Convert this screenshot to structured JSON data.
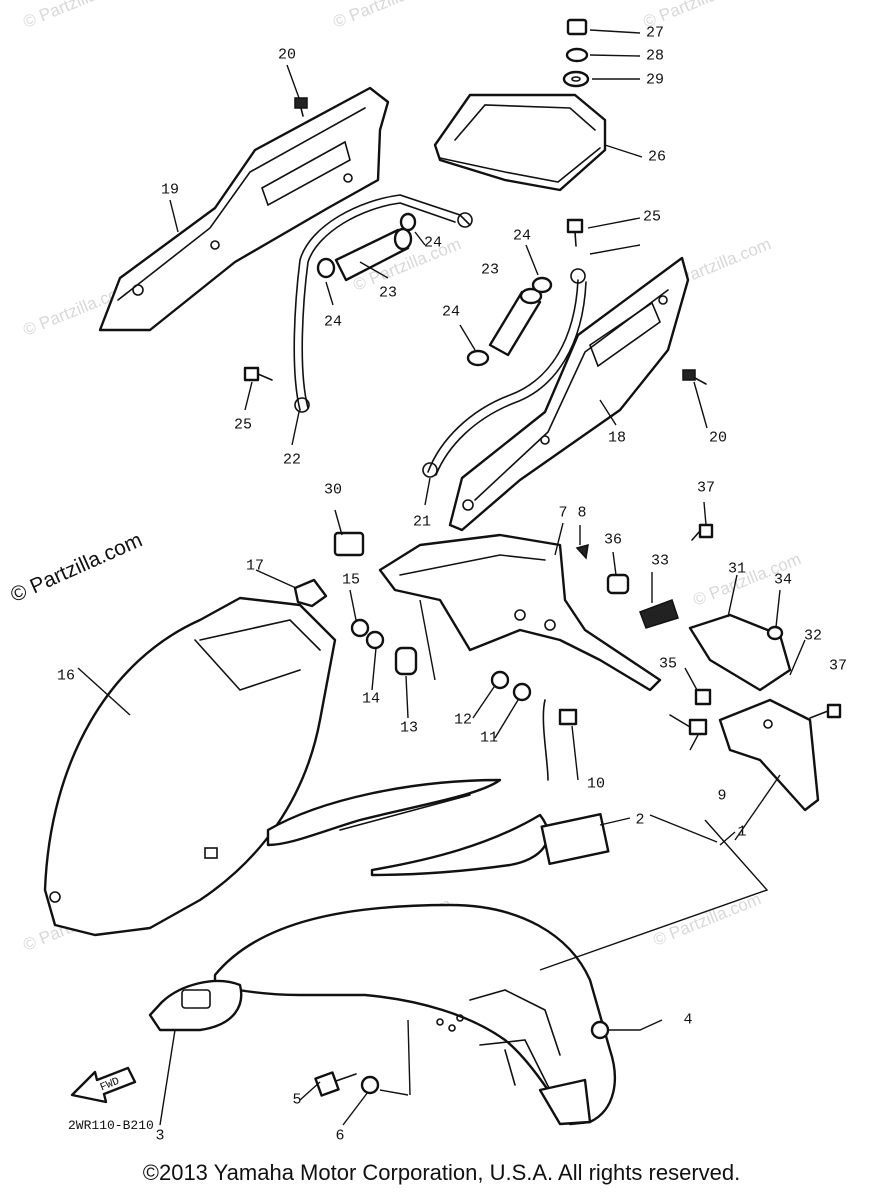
{
  "watermark": "© Partzilla.com",
  "brand_watermark": "© Partzilla.com",
  "diagram_code": "2WR110-B210",
  "copyright": "©2013  Yamaha Motor Corporation, U.S.A. All rights reserved.",
  "fwd_label": "FWD",
  "callouts": [
    "1",
    "2",
    "3",
    "4",
    "5",
    "6",
    "9",
    "10",
    "11",
    "12",
    "13",
    "14",
    "15",
    "16",
    "17",
    "18",
    "19",
    "20",
    "20",
    "21",
    "22",
    "23",
    "23",
    "24",
    "24",
    "24",
    "24",
    "25",
    "25",
    "26",
    "27",
    "28",
    "29",
    "30",
    "31",
    "32",
    "33",
    "34",
    "35",
    "36",
    "37",
    "37",
    "7",
    "8"
  ]
}
